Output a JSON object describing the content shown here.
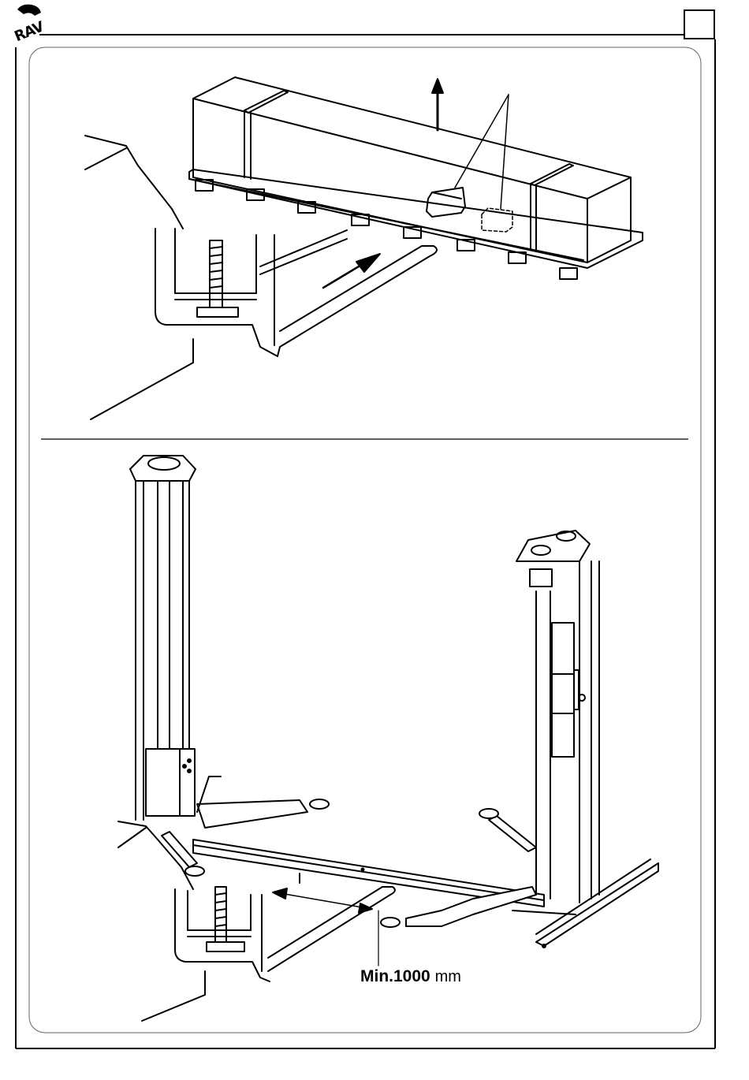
{
  "header": {
    "brand": "RAV",
    "page_number": ""
  },
  "figures": {
    "lower": {
      "dimension_value": "Min.1000",
      "dimension_unit": "mm"
    }
  }
}
